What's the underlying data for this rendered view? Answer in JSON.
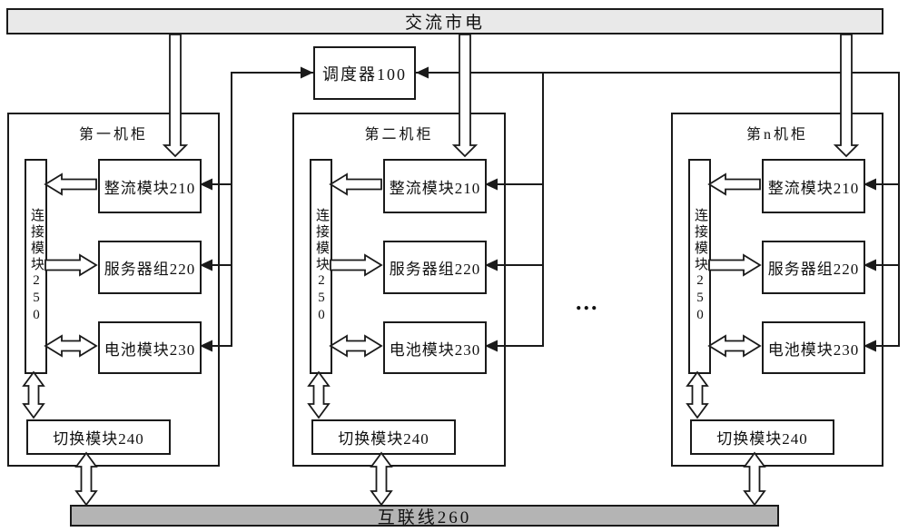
{
  "diagram": {
    "ac_mains": "交流市电",
    "scheduler": "调度器100",
    "interconnect": "互联线260",
    "ellipsis": "...",
    "cabinets": [
      {
        "label": "第一机柜",
        "connection_module": "连接模块250",
        "rectifier_module": "整流模块210",
        "server_group": "服务器组220",
        "battery_module": "电池模块230",
        "switch_module": "切换模块240"
      },
      {
        "label": "第二机柜",
        "connection_module": "连接模块250",
        "rectifier_module": "整流模块210",
        "server_group": "服务器组220",
        "battery_module": "电池模块230",
        "switch_module": "切换模块240"
      },
      {
        "label": "第n机柜",
        "connection_module": "连接模块250",
        "rectifier_module": "整流模块210",
        "server_group": "服务器组220",
        "battery_module": "电池模块230",
        "switch_module": "切换模块240"
      }
    ],
    "colors": {
      "line": "#1a1a1a",
      "top_bar_fill": "#e9e9e9",
      "bottom_bar_fill": "#b4b4b4",
      "box_fill": "#ffffff"
    }
  }
}
